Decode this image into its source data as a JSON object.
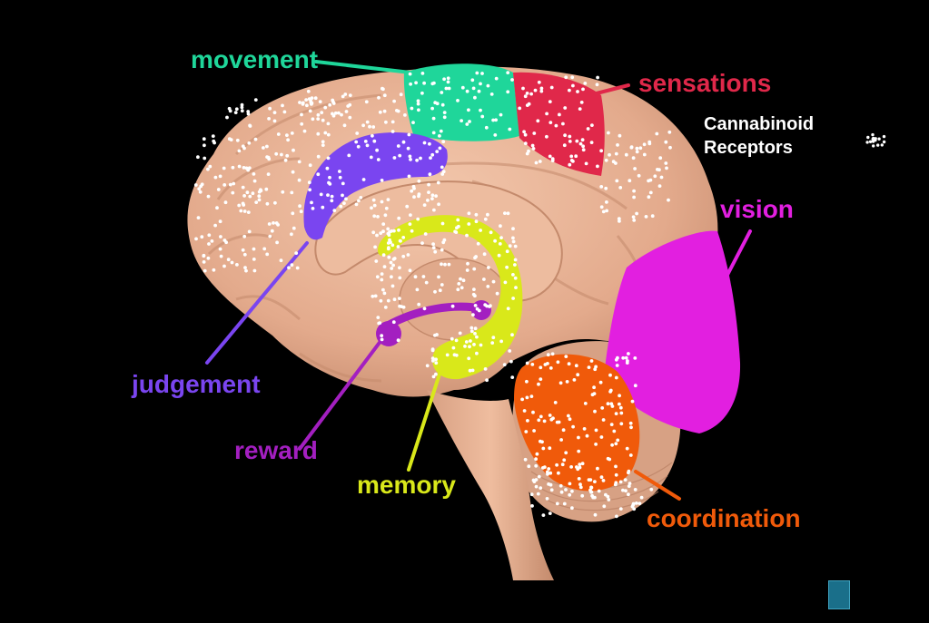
{
  "regions": [
    {
      "id": "movement",
      "label": "movement",
      "color": "#1fd69a"
    },
    {
      "id": "sensations",
      "label": "sensations",
      "color": "#e0284a"
    },
    {
      "id": "vision",
      "label": "vision",
      "color": "#e21fe0"
    },
    {
      "id": "judgement",
      "label": "judgement",
      "color": "#7a45f0"
    },
    {
      "id": "reward",
      "label": "reward",
      "color": "#a31fc0"
    },
    {
      "id": "memory",
      "label": "memory",
      "color": "#d9e81a"
    },
    {
      "id": "coordination",
      "label": "coordination",
      "color": "#f05a0a"
    }
  ],
  "legend": {
    "line1": "Cannabinoid",
    "line2": "Receptors",
    "dot_color": "#ffffff"
  },
  "colors": {
    "background": "#000000",
    "brain": "#e8b294",
    "brain_shadow": "#c98f72",
    "brain_light": "#f3c8ad"
  }
}
